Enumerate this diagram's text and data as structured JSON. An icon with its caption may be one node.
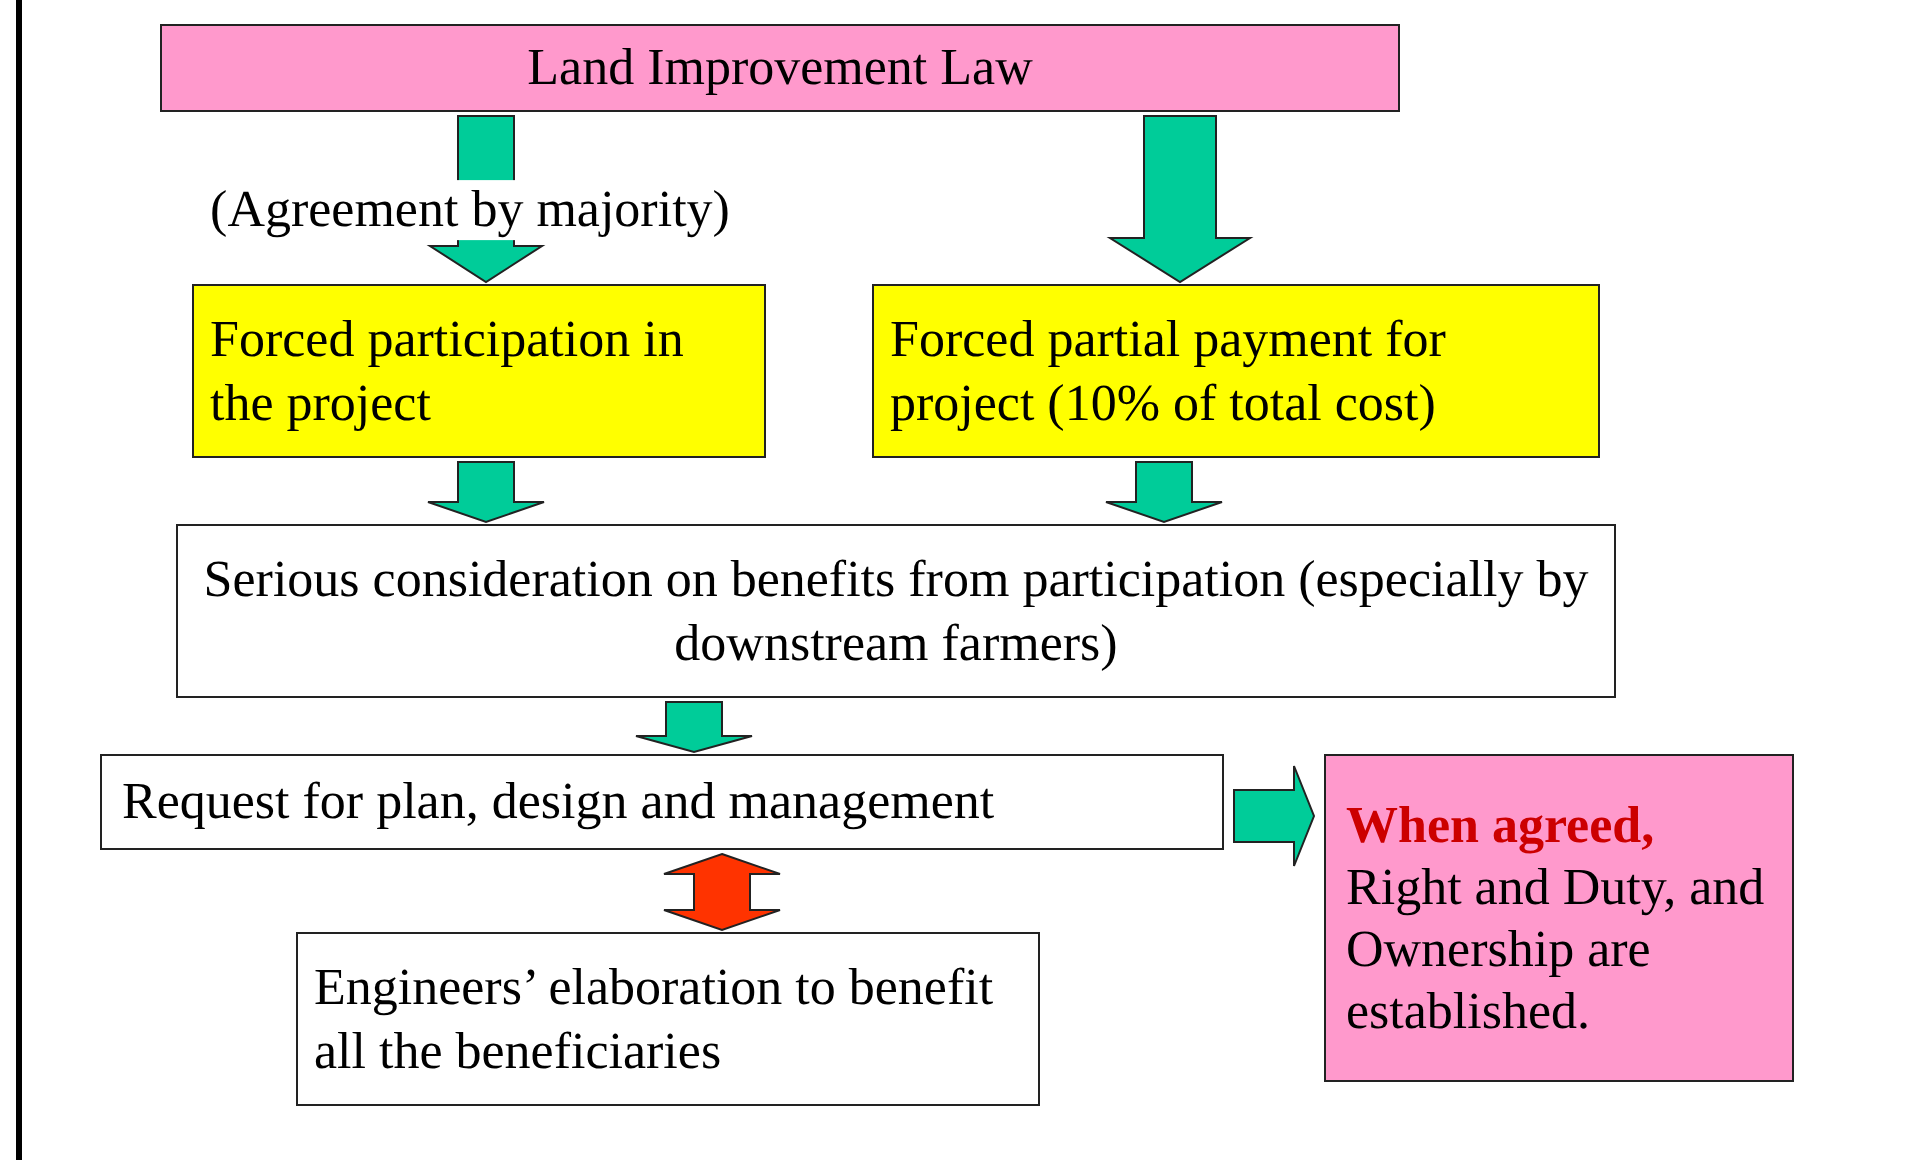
{
  "diagram": {
    "nodes": [
      {
        "text": [
          "Land Improvement Law"
        ]
      },
      {
        "text": [
          "Forced participation in the project"
        ]
      },
      {
        "text": [
          "Forced partial payment for project (10% of total cost)"
        ]
      },
      {
        "text": [
          "Serious consideration on benefits from participation (especially by downstream farmers)"
        ]
      },
      {
        "text": [
          "Request for plan, design and management"
        ]
      },
      {
        "text": [
          "When agreed,",
          "Right and Duty, and Ownership are established."
        ]
      },
      {
        "text": [
          "Engineers’ elaboration to benefit all the beneficiaries"
        ]
      }
    ],
    "edges": [
      {
        "from": 0,
        "to": 1,
        "arrow": "to",
        "label": "(Agreement by majority)"
      },
      {
        "from": 0,
        "to": 2,
        "arrow": "to"
      },
      {
        "from": 1,
        "to": 3,
        "arrow": "to"
      },
      {
        "from": 2,
        "to": 3,
        "arrow": "to"
      },
      {
        "from": 3,
        "to": 4,
        "arrow": "to"
      },
      {
        "from": 4,
        "to": 6,
        "arrow": "both",
        "color": "#ff3300"
      },
      {
        "from": 4,
        "to": 5,
        "arrow": "to"
      }
    ]
  }
}
